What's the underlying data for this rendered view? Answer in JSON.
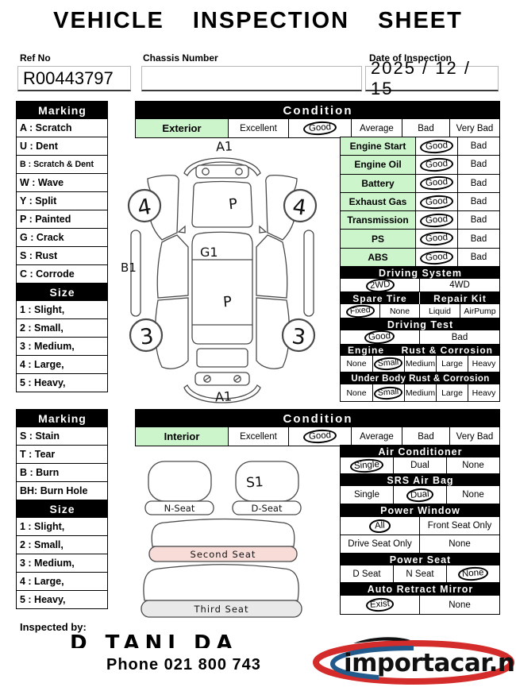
{
  "title": "VEHICLE INSPECTION SHEET",
  "header": {
    "ref_no_label": "Ref No",
    "ref_no": "R00443797",
    "chassis_label": "Chassis Number",
    "chassis": "",
    "date_label": "Date of Inspection",
    "date": "2025 / 12 / 15"
  },
  "exterior": {
    "legend": {
      "marking_title": "Marking",
      "markings": [
        "A : Scratch",
        "U : Dent",
        "B : Scratch & Dent",
        "W : Wave",
        "Y : Split",
        "P : Painted",
        "G : Crack",
        "S : Rust",
        "C : Corrode"
      ],
      "size_title": "Size",
      "sizes": [
        "1 : Slight,",
        "2 : Small,",
        "3 : Medium,",
        "4 : Large,",
        "5 : Heavy,"
      ]
    },
    "condition": {
      "header": "Condition",
      "row_label": "Exterior",
      "options": [
        "Excellent",
        "Good",
        "Average",
        "Bad",
        "Very Bad"
      ],
      "selected": "Good"
    },
    "systems": [
      {
        "label": "Engine Start",
        "good": "Good",
        "bad": "Bad",
        "selected": "Good"
      },
      {
        "label": "Engine Oil",
        "good": "Good",
        "bad": "Bad",
        "selected": "Good"
      },
      {
        "label": "Battery",
        "good": "Good",
        "bad": "Bad",
        "selected": "Good"
      },
      {
        "label": "Exhaust Gas",
        "good": "Good",
        "bad": "Bad",
        "selected": "Good"
      },
      {
        "label": "Transmission",
        "good": "Good",
        "bad": "Bad",
        "selected": "Good"
      },
      {
        "label": "PS",
        "good": "Good",
        "bad": "Bad",
        "selected": "Good"
      },
      {
        "label": "ABS",
        "good": "Good",
        "bad": "Bad",
        "selected": "Good"
      }
    ],
    "driving_system": {
      "title": "Driving System",
      "options": [
        "2WD",
        "4WD"
      ],
      "selected": "2WD"
    },
    "spare_tire": {
      "title": "Spare Tire",
      "options": [
        "Fixed",
        "None"
      ],
      "selected": "Fixed"
    },
    "repair_kit": {
      "title": "Repair Kit",
      "options": [
        "Liquid",
        "AirPump"
      ],
      "selected": ""
    },
    "driving_test": {
      "title": "Driving Test",
      "options": [
        "Good",
        "Bad"
      ],
      "selected": "Good"
    },
    "engine_rust": {
      "title_left": "Engine",
      "title_right": "Rust & Corrosion",
      "options": [
        "None",
        "Small",
        "Medium",
        "Large",
        "Heavy"
      ],
      "selected": "Small"
    },
    "underbody_rust": {
      "title": "Under Body Rust & Corrosion",
      "options": [
        "None",
        "Small",
        "Medium",
        "Large",
        "Heavy"
      ],
      "selected": "Small"
    },
    "diagram": {
      "front_bumper": "A1",
      "hood": "P",
      "windshield": "G1",
      "roof": "P",
      "left_side": "B1",
      "front_left_wheel": "4",
      "front_right_wheel": "4",
      "rear_left_wheel": "3",
      "rear_right_wheel": "3",
      "rear_bumper": "A1"
    }
  },
  "interior": {
    "legend": {
      "marking_title": "Marking",
      "markings": [
        "S : Stain",
        "T : Tear",
        "B : Burn",
        "BH: Burn Hole"
      ],
      "size_title": "Size",
      "sizes": [
        "1 : Slight,",
        "2 : Small,",
        "3 : Medium,",
        "4 : Large,",
        "5 : Heavy,"
      ]
    },
    "condition": {
      "header": "Condition",
      "row_label": "Interior",
      "options": [
        "Excellent",
        "Good",
        "Average",
        "Bad",
        "Very Bad"
      ],
      "selected": "Good"
    },
    "features": {
      "air_conditioner": {
        "title": "Air Conditioner",
        "options": [
          "Single",
          "Dual",
          "None"
        ],
        "selected": "Single"
      },
      "srs_air_bag": {
        "title": "SRS Air Bag",
        "options": [
          "Single",
          "Dual",
          "None"
        ],
        "selected": "Dual"
      },
      "power_window": {
        "title": "Power Window",
        "options": [
          "All",
          "Front Seat Only",
          "Drive Seat Only",
          "None"
        ],
        "selected": "All"
      },
      "power_seat": {
        "title": "Power Seat",
        "options": [
          "D Seat",
          "N Seat",
          "None"
        ],
        "selected": "None"
      },
      "auto_retract_mirror": {
        "title": "Auto Retract Mirror",
        "options": [
          "Exist",
          "None"
        ],
        "selected": "Exist"
      }
    },
    "diagram": {
      "n_seat": "N-Seat",
      "d_seat": "D-Seat",
      "d_seat_mark": "S1",
      "second_seat": "Second Seat",
      "third_seat": "Third Seat"
    }
  },
  "footer": {
    "inspected_by": "Inspected by:",
    "signature": "D TANI DA",
    "phone": "Phone  021 800 743",
    "brand": "importacar.nz"
  },
  "colors": {
    "accent_green": "#ccf5cc",
    "logo_red": "#d42b2b",
    "logo_navy": "#235a8c",
    "seat_pink": "#f7dcd8",
    "seat_gray": "#e9e9e9"
  }
}
